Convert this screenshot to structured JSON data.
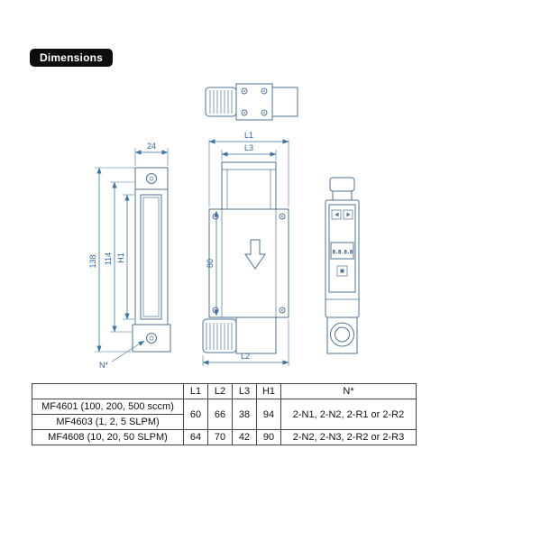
{
  "page": {
    "badge": "Dimensions"
  },
  "drawing": {
    "front": {
      "l1": "L1",
      "l2": "L2",
      "l3": "L3",
      "body_height": "80"
    },
    "side_left": {
      "width": "24",
      "total_height": "138",
      "inner_height": "114",
      "h1": "H1",
      "note": "N*"
    },
    "side_right": {
      "lcd": "8.8.8.8"
    }
  },
  "table": {
    "headers": {
      "model": "",
      "l1": "L1",
      "l2": "L2",
      "l3": "L3",
      "h1": "H1",
      "n": "N*"
    },
    "rows": [
      {
        "model": "MF4601 (100, 200, 500 sccm)",
        "l1": "60",
        "l2": "66",
        "l3": "38",
        "h1": "94",
        "n": "2-N1, 2-N2, 2-R1 or 2-R2"
      },
      {
        "model": "MF4603 (1, 2, 5 SLPM)"
      },
      {
        "model": "MF4608 (10, 20, 50 SLPM)",
        "l1": "64",
        "l2": "70",
        "l3": "42",
        "h1": "90",
        "n": "2-N2, 2-N3, 2-R2 or 2-R3"
      }
    ]
  }
}
